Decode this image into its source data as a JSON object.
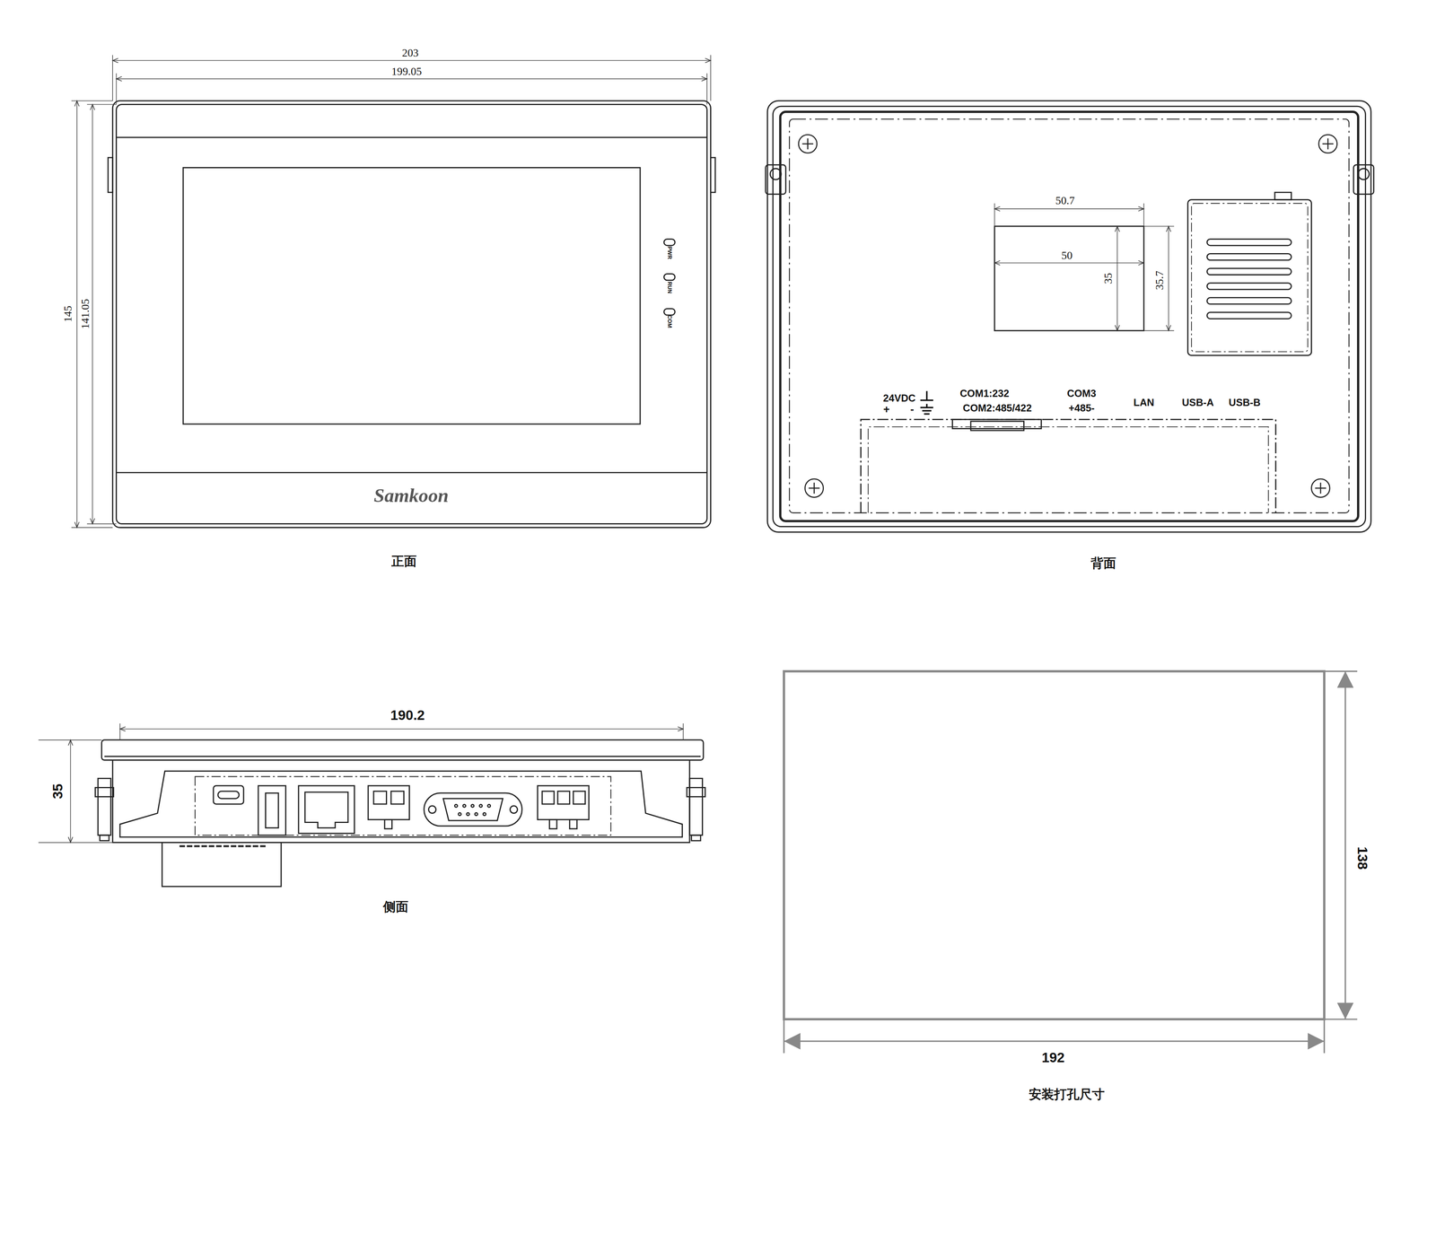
{
  "diagram": {
    "labels": [
      "203",
      "199.05",
      "145",
      "141.05",
      "PWR",
      "RUN",
      "COM",
      "Samkoon",
      "正面",
      "50.7",
      "50",
      "35",
      "35.7",
      "24VDC",
      "+",
      "-",
      "COM1:232",
      "COM2:485/422",
      "COM3",
      "+485-",
      "LAN",
      "USB-A",
      "USB-B",
      "背面",
      "190.2",
      "35",
      "侧面",
      "192",
      "138",
      "安装打孔尺寸"
    ]
  }
}
